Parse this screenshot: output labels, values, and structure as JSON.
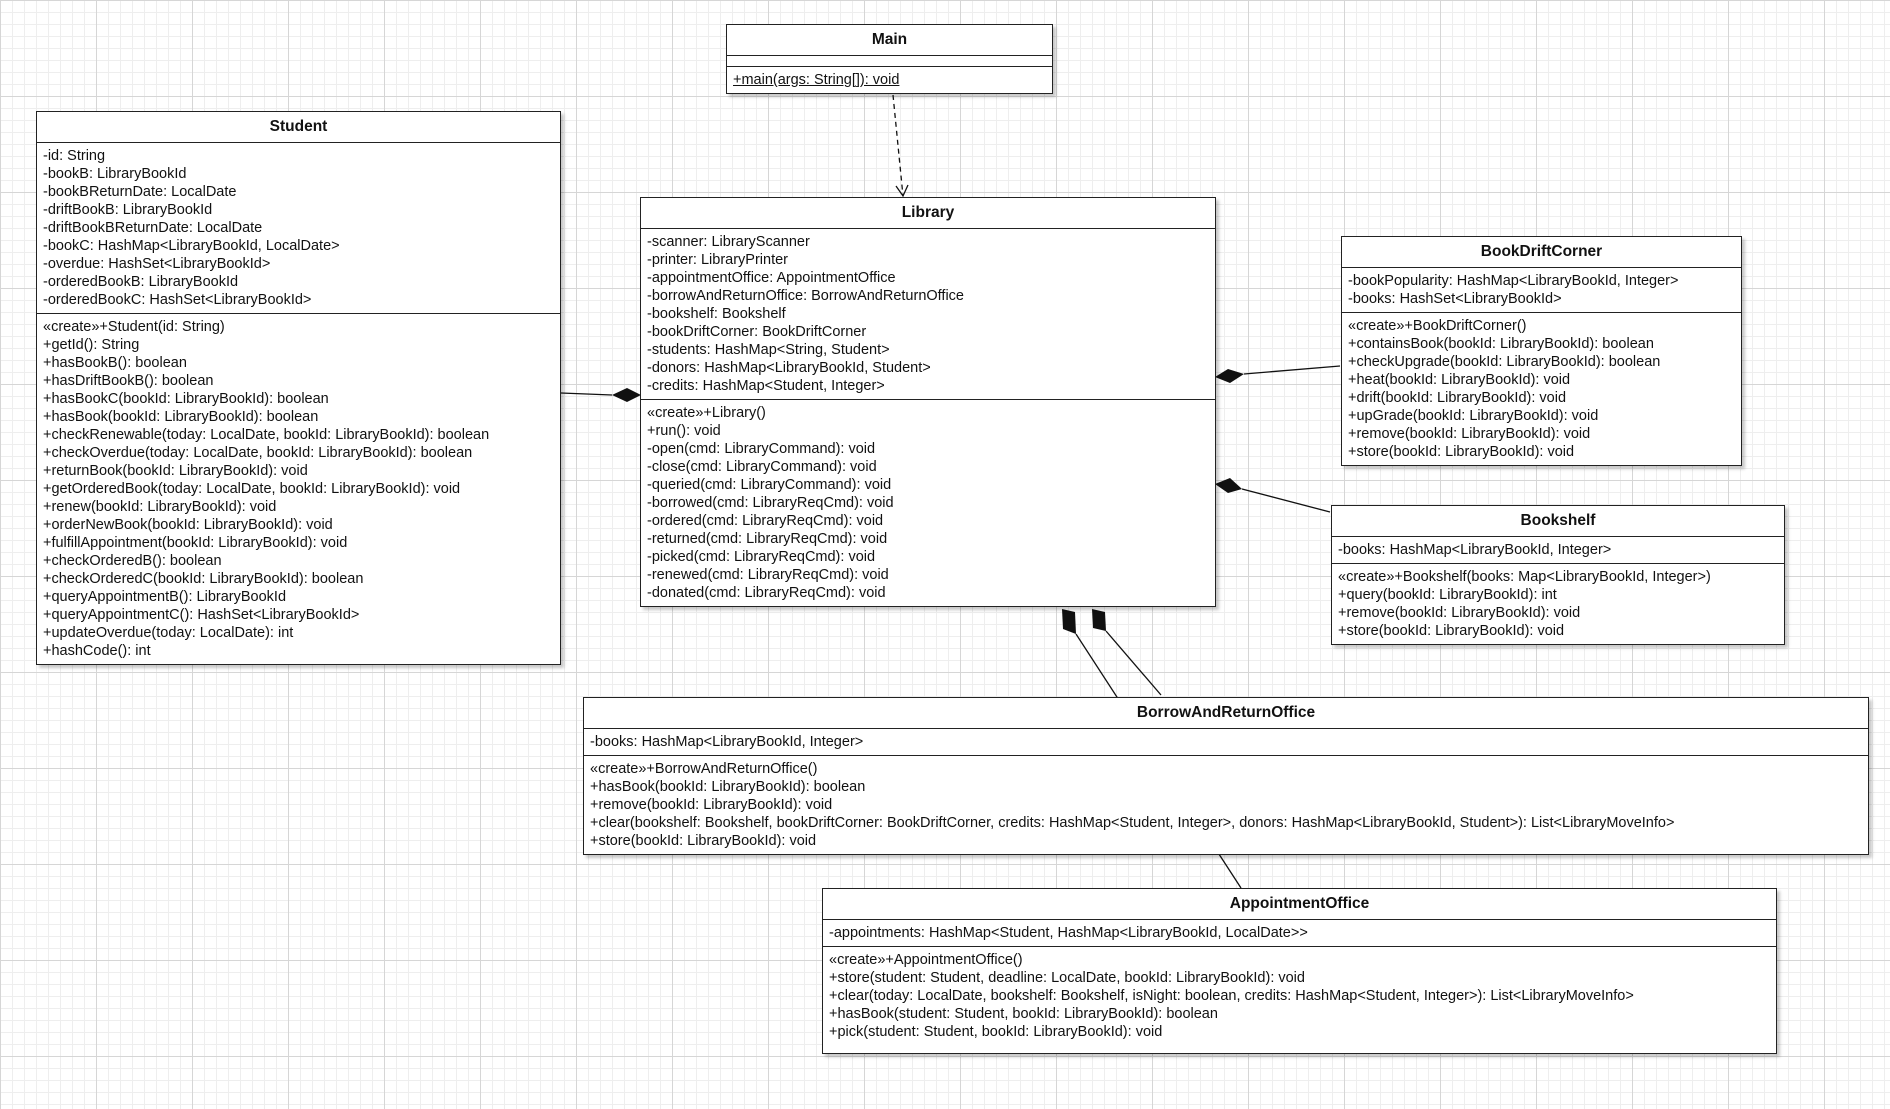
{
  "classes": {
    "main": {
      "name": "Main",
      "attributes": [],
      "methods": [
        "+main(args: String[]): void"
      ]
    },
    "student": {
      "name": "Student",
      "attributes": [
        "-id: String",
        "-bookB: LibraryBookId",
        "-bookBReturnDate: LocalDate",
        "-driftBookB: LibraryBookId",
        "-driftBookBReturnDate: LocalDate",
        "-bookC: HashMap<LibraryBookId, LocalDate>",
        "-overdue: HashSet<LibraryBookId>",
        "-orderedBookB: LibraryBookId",
        "-orderedBookC: HashSet<LibraryBookId>"
      ],
      "methods": [
        "«create»+Student(id: String)",
        "+getId(): String",
        "+hasBookB(): boolean",
        "+hasDriftBookB(): boolean",
        "+hasBookC(bookId: LibraryBookId): boolean",
        "+hasBook(bookId: LibraryBookId): boolean",
        "+checkRenewable(today: LocalDate, bookId: LibraryBookId): boolean",
        "+checkOverdue(today: LocalDate, bookId: LibraryBookId): boolean",
        "+returnBook(bookId: LibraryBookId): void",
        "+getOrderedBook(today: LocalDate, bookId: LibraryBookId): void",
        "+renew(bookId: LibraryBookId): void",
        "+orderNewBook(bookId: LibraryBookId): void",
        "+fulfillAppointment(bookId: LibraryBookId): void",
        "+checkOrderedB(): boolean",
        "+checkOrderedC(bookId: LibraryBookId): boolean",
        "+queryAppointmentB(): LibraryBookId",
        "+queryAppointmentC(): HashSet<LibraryBookId>",
        "+updateOverdue(today: LocalDate): int",
        "+hashCode(): int"
      ]
    },
    "library": {
      "name": "Library",
      "attributes": [
        "-scanner: LibraryScanner",
        "-printer: LibraryPrinter",
        "-appointmentOffice: AppointmentOffice",
        "-borrowAndReturnOffice: BorrowAndReturnOffice",
        "-bookshelf: Bookshelf",
        "-bookDriftCorner: BookDriftCorner",
        "-students: HashMap<String, Student>",
        "-donors: HashMap<LibraryBookId, Student>",
        "-credits: HashMap<Student, Integer>"
      ],
      "methods": [
        "«create»+Library()",
        "+run(): void",
        "-open(cmd: LibraryCommand): void",
        "-close(cmd: LibraryCommand): void",
        "-queried(cmd: LibraryCommand): void",
        "-borrowed(cmd: LibraryReqCmd): void",
        "-ordered(cmd: LibraryReqCmd): void",
        "-returned(cmd: LibraryReqCmd): void",
        "-picked(cmd: LibraryReqCmd): void",
        "-renewed(cmd: LibraryReqCmd): void",
        "-donated(cmd: LibraryReqCmd): void"
      ]
    },
    "bookDriftCorner": {
      "name": "BookDriftCorner",
      "attributes": [
        "-bookPopularity: HashMap<LibraryBookId, Integer>",
        "-books: HashSet<LibraryBookId>"
      ],
      "methods": [
        "«create»+BookDriftCorner()",
        "+containsBook(bookId: LibraryBookId): boolean",
        "+checkUpgrade(bookId: LibraryBookId): boolean",
        "+heat(bookId: LibraryBookId): void",
        "+drift(bookId: LibraryBookId): void",
        "+upGrade(bookId: LibraryBookId): void",
        "+remove(bookId: LibraryBookId): void",
        "+store(bookId: LibraryBookId): void"
      ]
    },
    "bookshelf": {
      "name": "Bookshelf",
      "attributes": [
        "-books: HashMap<LibraryBookId, Integer>"
      ],
      "methods": [
        "«create»+Bookshelf(books: Map<LibraryBookId, Integer>)",
        "+query(bookId: LibraryBookId): int",
        "+remove(bookId: LibraryBookId): void",
        "+store(bookId: LibraryBookId): void"
      ]
    },
    "borrowAndReturnOffice": {
      "name": "BorrowAndReturnOffice",
      "attributes": [
        "-books: HashMap<LibraryBookId, Integer>"
      ],
      "methods": [
        "«create»+BorrowAndReturnOffice()",
        "+hasBook(bookId: LibraryBookId): boolean",
        "+remove(bookId: LibraryBookId): void",
        "+clear(bookshelf: Bookshelf, bookDriftCorner: BookDriftCorner, credits:  HashMap<Student, Integer>, donors: HashMap<LibraryBookId, Student>): List<LibraryMoveInfo>",
        "+store(bookId: LibraryBookId): void"
      ]
    },
    "appointmentOffice": {
      "name": "AppointmentOffice",
      "attributes": [
        "-appointments: HashMap<Student, HashMap<LibraryBookId, LocalDate>>"
      ],
      "methods": [
        "«create»+AppointmentOffice()",
        "+store(student: Student, deadline: LocalDate, bookId: LibraryBookId): void",
        "+clear(today: LocalDate, bookshelf: Bookshelf, isNight: boolean, credits:  HashMap<Student, Integer>): List<LibraryMoveInfo>",
        "+hasBook(student: Student, bookId: LibraryBookId): boolean",
        "+pick(student: Student, bookId: LibraryBookId): void"
      ]
    }
  },
  "relationships": [
    {
      "type": "dependency",
      "from": "main",
      "to": "library"
    },
    {
      "type": "composition",
      "whole": "library",
      "part": "student"
    },
    {
      "type": "composition",
      "whole": "library",
      "part": "bookDriftCorner"
    },
    {
      "type": "composition",
      "whole": "library",
      "part": "bookshelf"
    },
    {
      "type": "composition",
      "whole": "library",
      "part": "borrowAndReturnOffice"
    },
    {
      "type": "composition",
      "whole": "library",
      "part": "appointmentOffice"
    }
  ],
  "colors": {
    "line": "#111111",
    "box_border": "#222222",
    "box_fill": "#ffffff"
  }
}
